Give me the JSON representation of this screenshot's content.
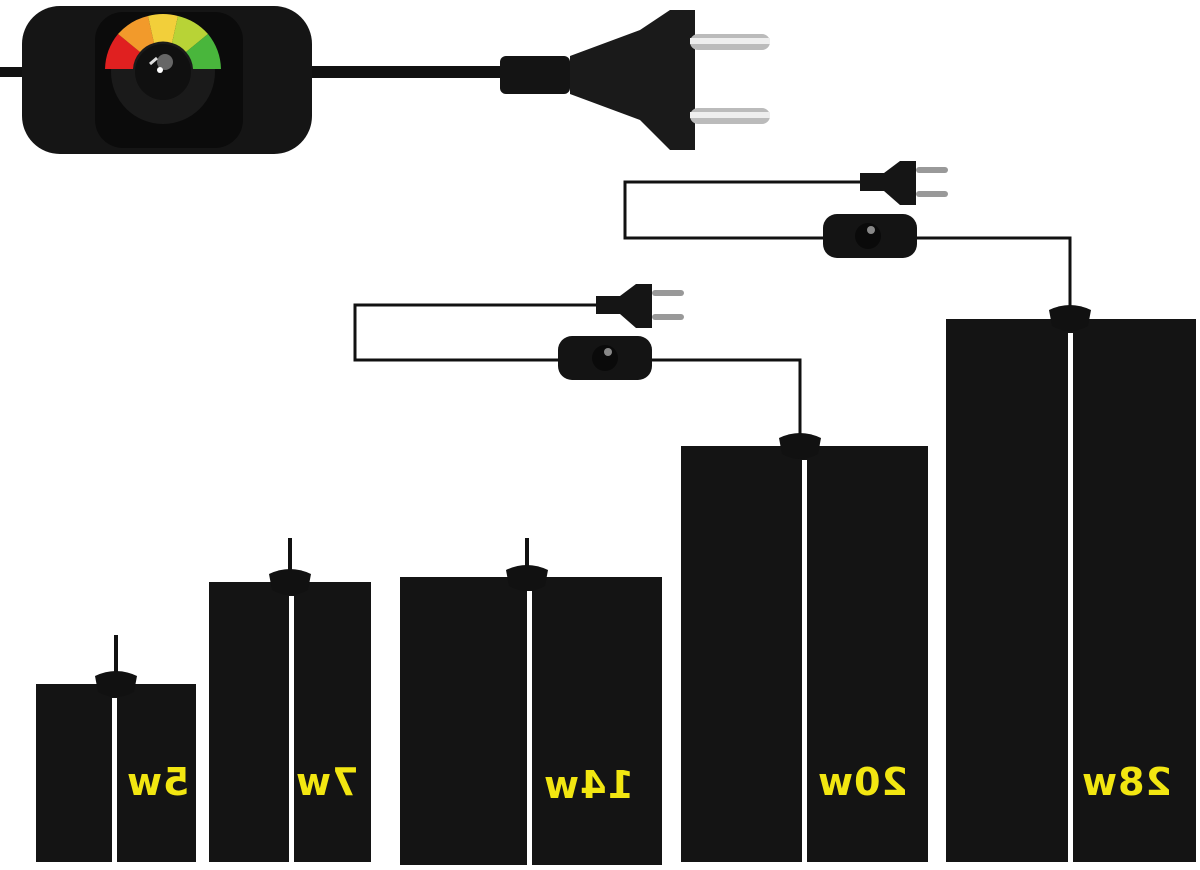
{
  "pads": [
    {
      "label": "5w"
    },
    {
      "label": "7w"
    },
    {
      "label": "14w"
    },
    {
      "label": "20w"
    },
    {
      "label": "28w"
    }
  ],
  "controller": {
    "dial_colors": [
      "#e02020",
      "#f29a2b",
      "#f2cf3a",
      "#b8d336",
      "#49b63c"
    ],
    "icon": "thermostat-dial-icon"
  },
  "colors": {
    "pad": "#141414",
    "label": "#f2e611",
    "cord": "#111111"
  }
}
